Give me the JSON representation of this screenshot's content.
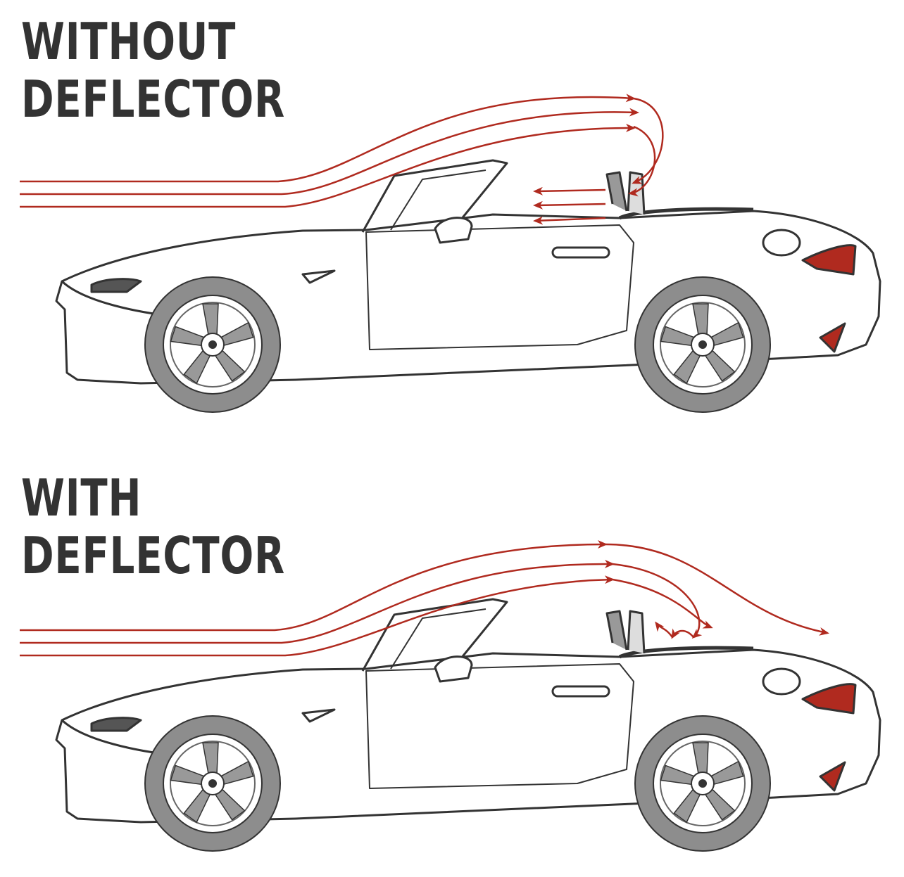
{
  "panels": [
    {
      "title_line1": "WITHOUT",
      "title_line2": "DEFLECTOR"
    },
    {
      "title_line1": "WITH",
      "title_line2": "DEFLECTOR"
    }
  ],
  "colors": {
    "airflow": "#b02a1f",
    "airflow_glow": "#f3c6b8",
    "outline": "#333333",
    "tyre": "#8d8d8d",
    "text": "#333333"
  },
  "icons": [
    "car-icon",
    "wheel-icon",
    "airflow-arrow-icon"
  ]
}
